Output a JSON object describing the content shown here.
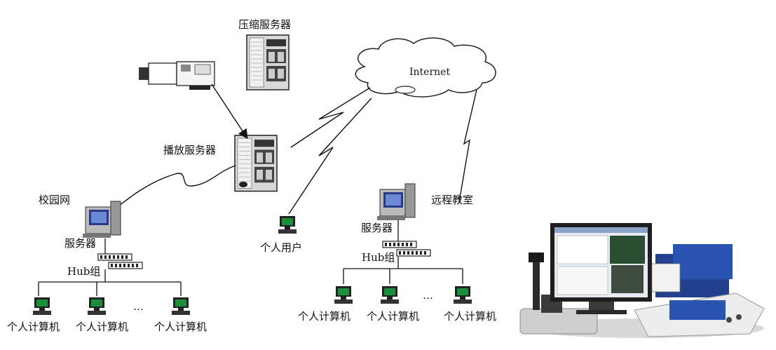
{
  "labels": {
    "compression_server": "压缩服务器",
    "playback_server": "播放服务器",
    "internet": "Internet",
    "campus_network": "校园网",
    "campus_server": "服务器",
    "campus_hub": "Hub组",
    "personal_user": "个人用户",
    "remote_classroom": "远程教室",
    "remote_server": "服务器",
    "remote_hub": "Hub组",
    "pc": "个人计算机",
    "ellipsis": "…"
  },
  "colors": {
    "line": "#111111",
    "monitor_screen": "#1c8f3c",
    "server_body": "#d8d8d8",
    "photo_background": "#ffffff"
  }
}
